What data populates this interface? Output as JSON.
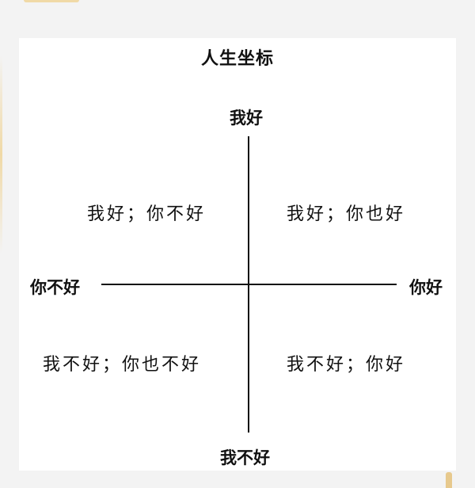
{
  "title": "人生坐标",
  "axes": {
    "top": "我好",
    "bottom": "我不好",
    "left": "你不好",
    "right": "你好"
  },
  "quadrants": {
    "top_left": "我好；你不好",
    "top_right": "我好；你也好",
    "bottom_left": "我不好；你也不好",
    "bottom_right": "我不好；你好"
  },
  "colors": {
    "accent": "#f0d9a6",
    "line": "#111111",
    "background": "#f3f3f3"
  }
}
